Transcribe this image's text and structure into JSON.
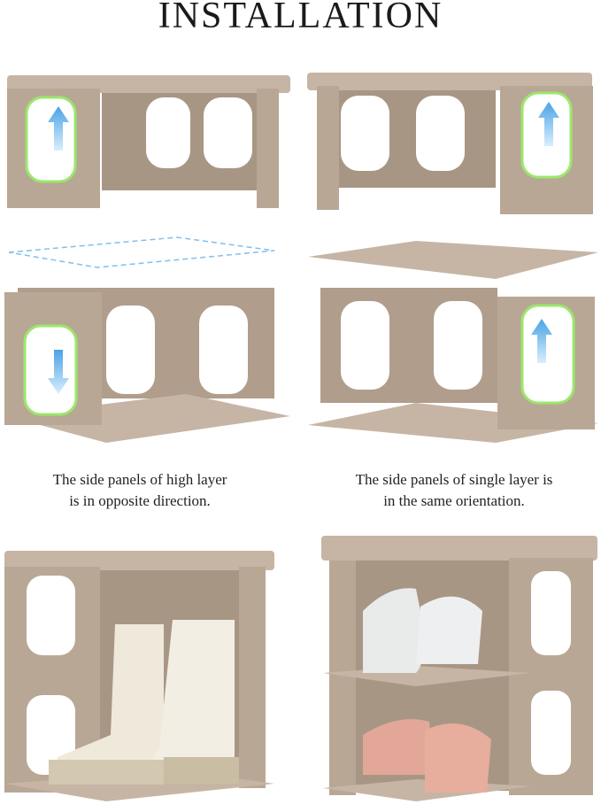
{
  "header": {
    "title": "INSTALLATION"
  },
  "captions": {
    "left": {
      "line1": "The side panels of high layer",
      "line2": "is in opposite direction."
    },
    "right": {
      "line1": "The side panels of single layer is",
      "line2": "in the same orientation."
    }
  },
  "colors": {
    "body": "#b9a796",
    "shade": "#a18f7e",
    "top": "#c6b5a5",
    "arrow": "#6fb6ea",
    "glow": "#9be86a"
  }
}
